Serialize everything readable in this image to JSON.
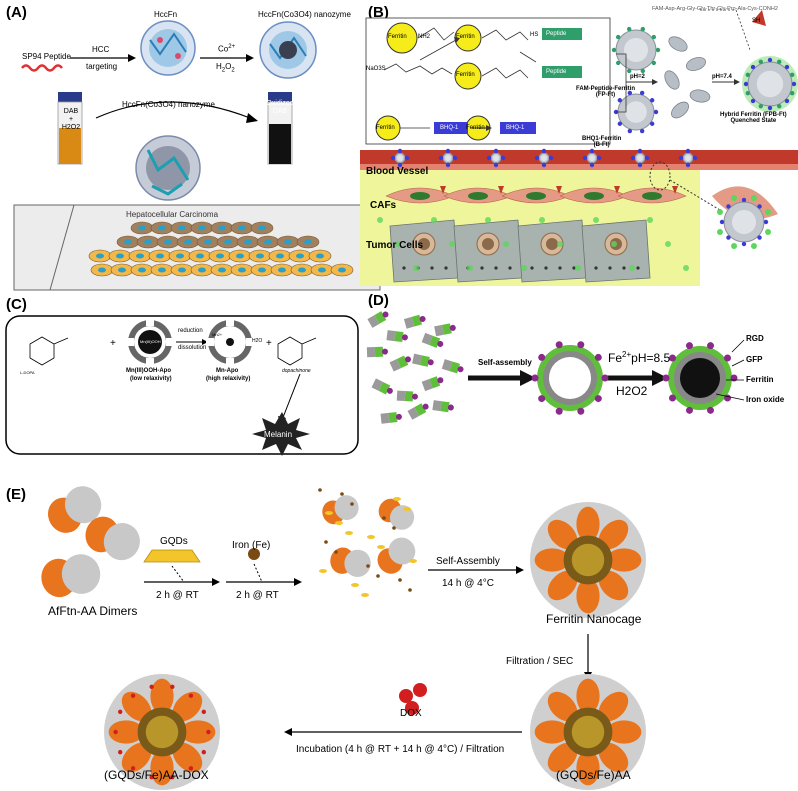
{
  "panels": {
    "a": {
      "label": "(A)",
      "sp94": "SP94 Peptide",
      "hcc": "HCC",
      "targeting": "targeting",
      "hccfn": "HccFn",
      "co": "Co",
      "co_sup": "2+",
      "h2o2": "H",
      "h2o2_sub1": "2",
      "h2o2_o": "O",
      "h2o2_sub2": "2",
      "nanozyme_title": "HccFn(Co3O4) nanozyme",
      "nanozyme_mid": "HccFn(Co3O4) nanozyme",
      "dab_line1": "DAB",
      "dab_line2": "+",
      "dab_line3": "H2O2",
      "oxidized_line1": "Oxidized",
      "oxidized_line2": "DAB",
      "tissue": "Hepatocellular Carcinoma"
    },
    "b": {
      "label": "(B)",
      "ferritin": "Ferritin",
      "nh2": "NH2",
      "hs": "HS",
      "peptide": "Peptide",
      "nao3s": "NaO3S",
      "bhq": "BHQ-1",
      "fam_seq": "FAM-Asp-Arg-Gly-Gly-Thr-Gly-Pro-Ala-Cys-CONH2",
      "sh": "SH",
      "fp_ft_1": "FAM-Peptide-Ferritin",
      "fp_ft_2": "(FP-Ft)",
      "b_ft_1": "BHQ1-Ferritin",
      "b_ft_2": "(B-Ft)",
      "ph2": "pH=2",
      "ph74": "pH=7.4",
      "hybrid_1": "Hybrid Ferritin (FPB-Ft)",
      "hybrid_2": "Quenched State",
      "blood_vessel": "Blood Vessel",
      "cafs": "CAFs",
      "tumor": "Tumor Cells"
    },
    "c": {
      "label": "(C)",
      "ldopa": "L-DOPA",
      "plus1": "+",
      "mnooh_inner": "Mn(III)OOH",
      "mnooh_label": "Mn(III)OOH-Apo",
      "mnooh_sub": "(low relaxivity)",
      "reduction": "reduction",
      "dissolution": "dissolution",
      "mnapo_label": "Mn-Apo",
      "mnapo_sub": "(high relaxivity)",
      "h2o": "H2O",
      "mn2": "Mn2+",
      "plus2": "+",
      "dopachinone": "dopachinone",
      "melanin": "Melanin"
    },
    "d": {
      "label": "(D)",
      "self_assembly": "Self-assembly",
      "fe": "Fe",
      "fe_sup": "2+",
      "ph": "pH=8.5",
      "h2o2": "H2O2",
      "legend": [
        "RGD",
        "GFP",
        "Ferritin",
        "Iron oxide"
      ]
    },
    "e": {
      "label": "(E)",
      "gqds": "GQDs",
      "iron": "Iron (Fe)",
      "dimers": "AfFtn-AA Dimers",
      "step1": "2 h @ RT",
      "step2": "2 h @ RT",
      "self_assembly": "Self-Assembly",
      "step3": "14 h @ 4°C",
      "nanocage": "Ferritin Nanocage",
      "filtration": "Filtration / SEC",
      "dox": "DOX",
      "incubation": "Incubation (4 h @ RT + 14 h @ 4°C) / Filtration",
      "gqds_fe_aa": "(GQDs/Fe)AA",
      "gqds_fe_aa_dox": "(GQDs/Fe)AA-DOX"
    }
  },
  "colors": {
    "orange": "#e8741e",
    "grey_protein": "#c8c8c8",
    "yellow_ferritin": "#f5ec1a",
    "green_fam": "#2e9e6a",
    "blue_bhq": "#3b3bd6",
    "vessel_red": "#c0392b",
    "tissue_yellow": "#eef59a",
    "dab_amber": "#d88a14",
    "green_gfp": "#5fbf3a",
    "purple_rgd": "#8a2a8a",
    "dox_red": "#d21e1e"
  }
}
